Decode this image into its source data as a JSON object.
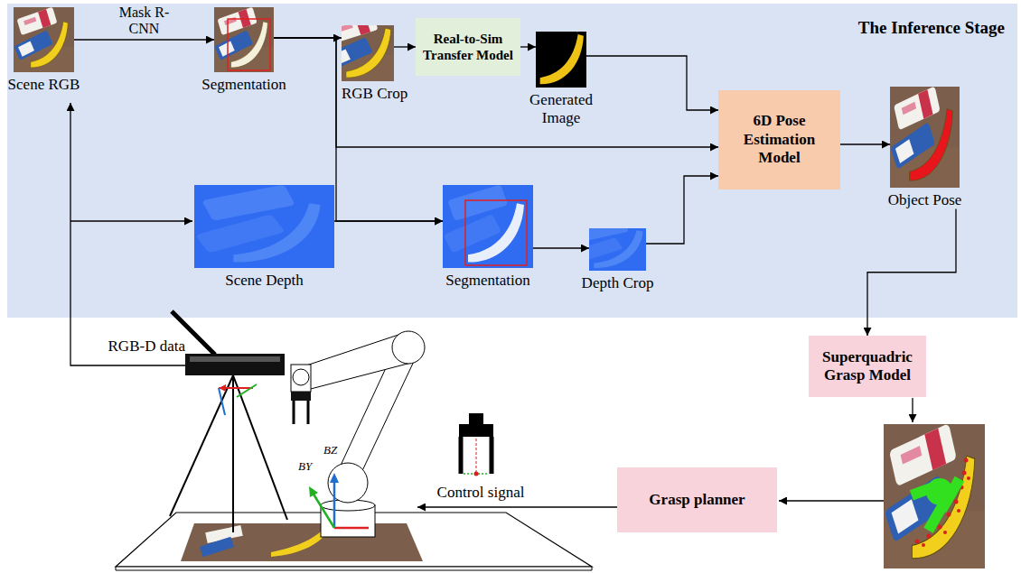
{
  "diagram": {
    "nodes": [
      {
        "text": [
          "The Inference Stage"
        ]
      },
      {
        "text": [
          "Scene RGB"
        ],
        "in": 0
      },
      {
        "text": [
          "Segmentation"
        ],
        "in": 0
      },
      {
        "text": [
          "RGB Crop"
        ],
        "in": 0
      },
      {
        "text": [
          "Real-to-Sim Transfer Model"
        ],
        "in": 0
      },
      {
        "text": [
          "Generated Image"
        ],
        "in": 0
      },
      {
        "text": [
          "6D Pose Estimation Model"
        ],
        "in": 0
      },
      {
        "text": [
          "Object Pose"
        ],
        "in": 0
      },
      {
        "text": [
          "Scene Depth"
        ],
        "in": 0
      },
      {
        "text": [
          "Segmentation"
        ],
        "in": 0
      },
      {
        "text": [
          "Depth Crop"
        ],
        "in": 0
      },
      {
        "text": [
          "Superquadric Grasp Model"
        ]
      },
      {
        "text": [
          "Grasp planner"
        ]
      }
    ],
    "edges": [
      {
        "from": 1,
        "to": 2,
        "arrow": "to",
        "label": "Mask R-CNN"
      },
      {
        "from": 2,
        "to": 3,
        "arrow": "to"
      },
      {
        "from": 3,
        "to": 4,
        "arrow": "to"
      },
      {
        "from": 4,
        "to": 5,
        "arrow": "to"
      },
      {
        "from": 5,
        "to": 6,
        "arrow": "to"
      },
      {
        "from": 2,
        "to": 6,
        "arrow": "to"
      },
      {
        "from": 2,
        "to": 9,
        "arrow": "to"
      },
      {
        "from": 8,
        "to": 9,
        "arrow": "to"
      },
      {
        "from": 9,
        "to": 10,
        "arrow": "to"
      },
      {
        "from": 10,
        "to": 6,
        "arrow": "to"
      },
      {
        "from": 6,
        "to": 7,
        "arrow": "to"
      },
      {
        "from": 7,
        "to": 11,
        "arrow": "to"
      }
    ],
    "labels": [
      "RGB-D data",
      "Control signal",
      "BY",
      "BZ"
    ]
  }
}
